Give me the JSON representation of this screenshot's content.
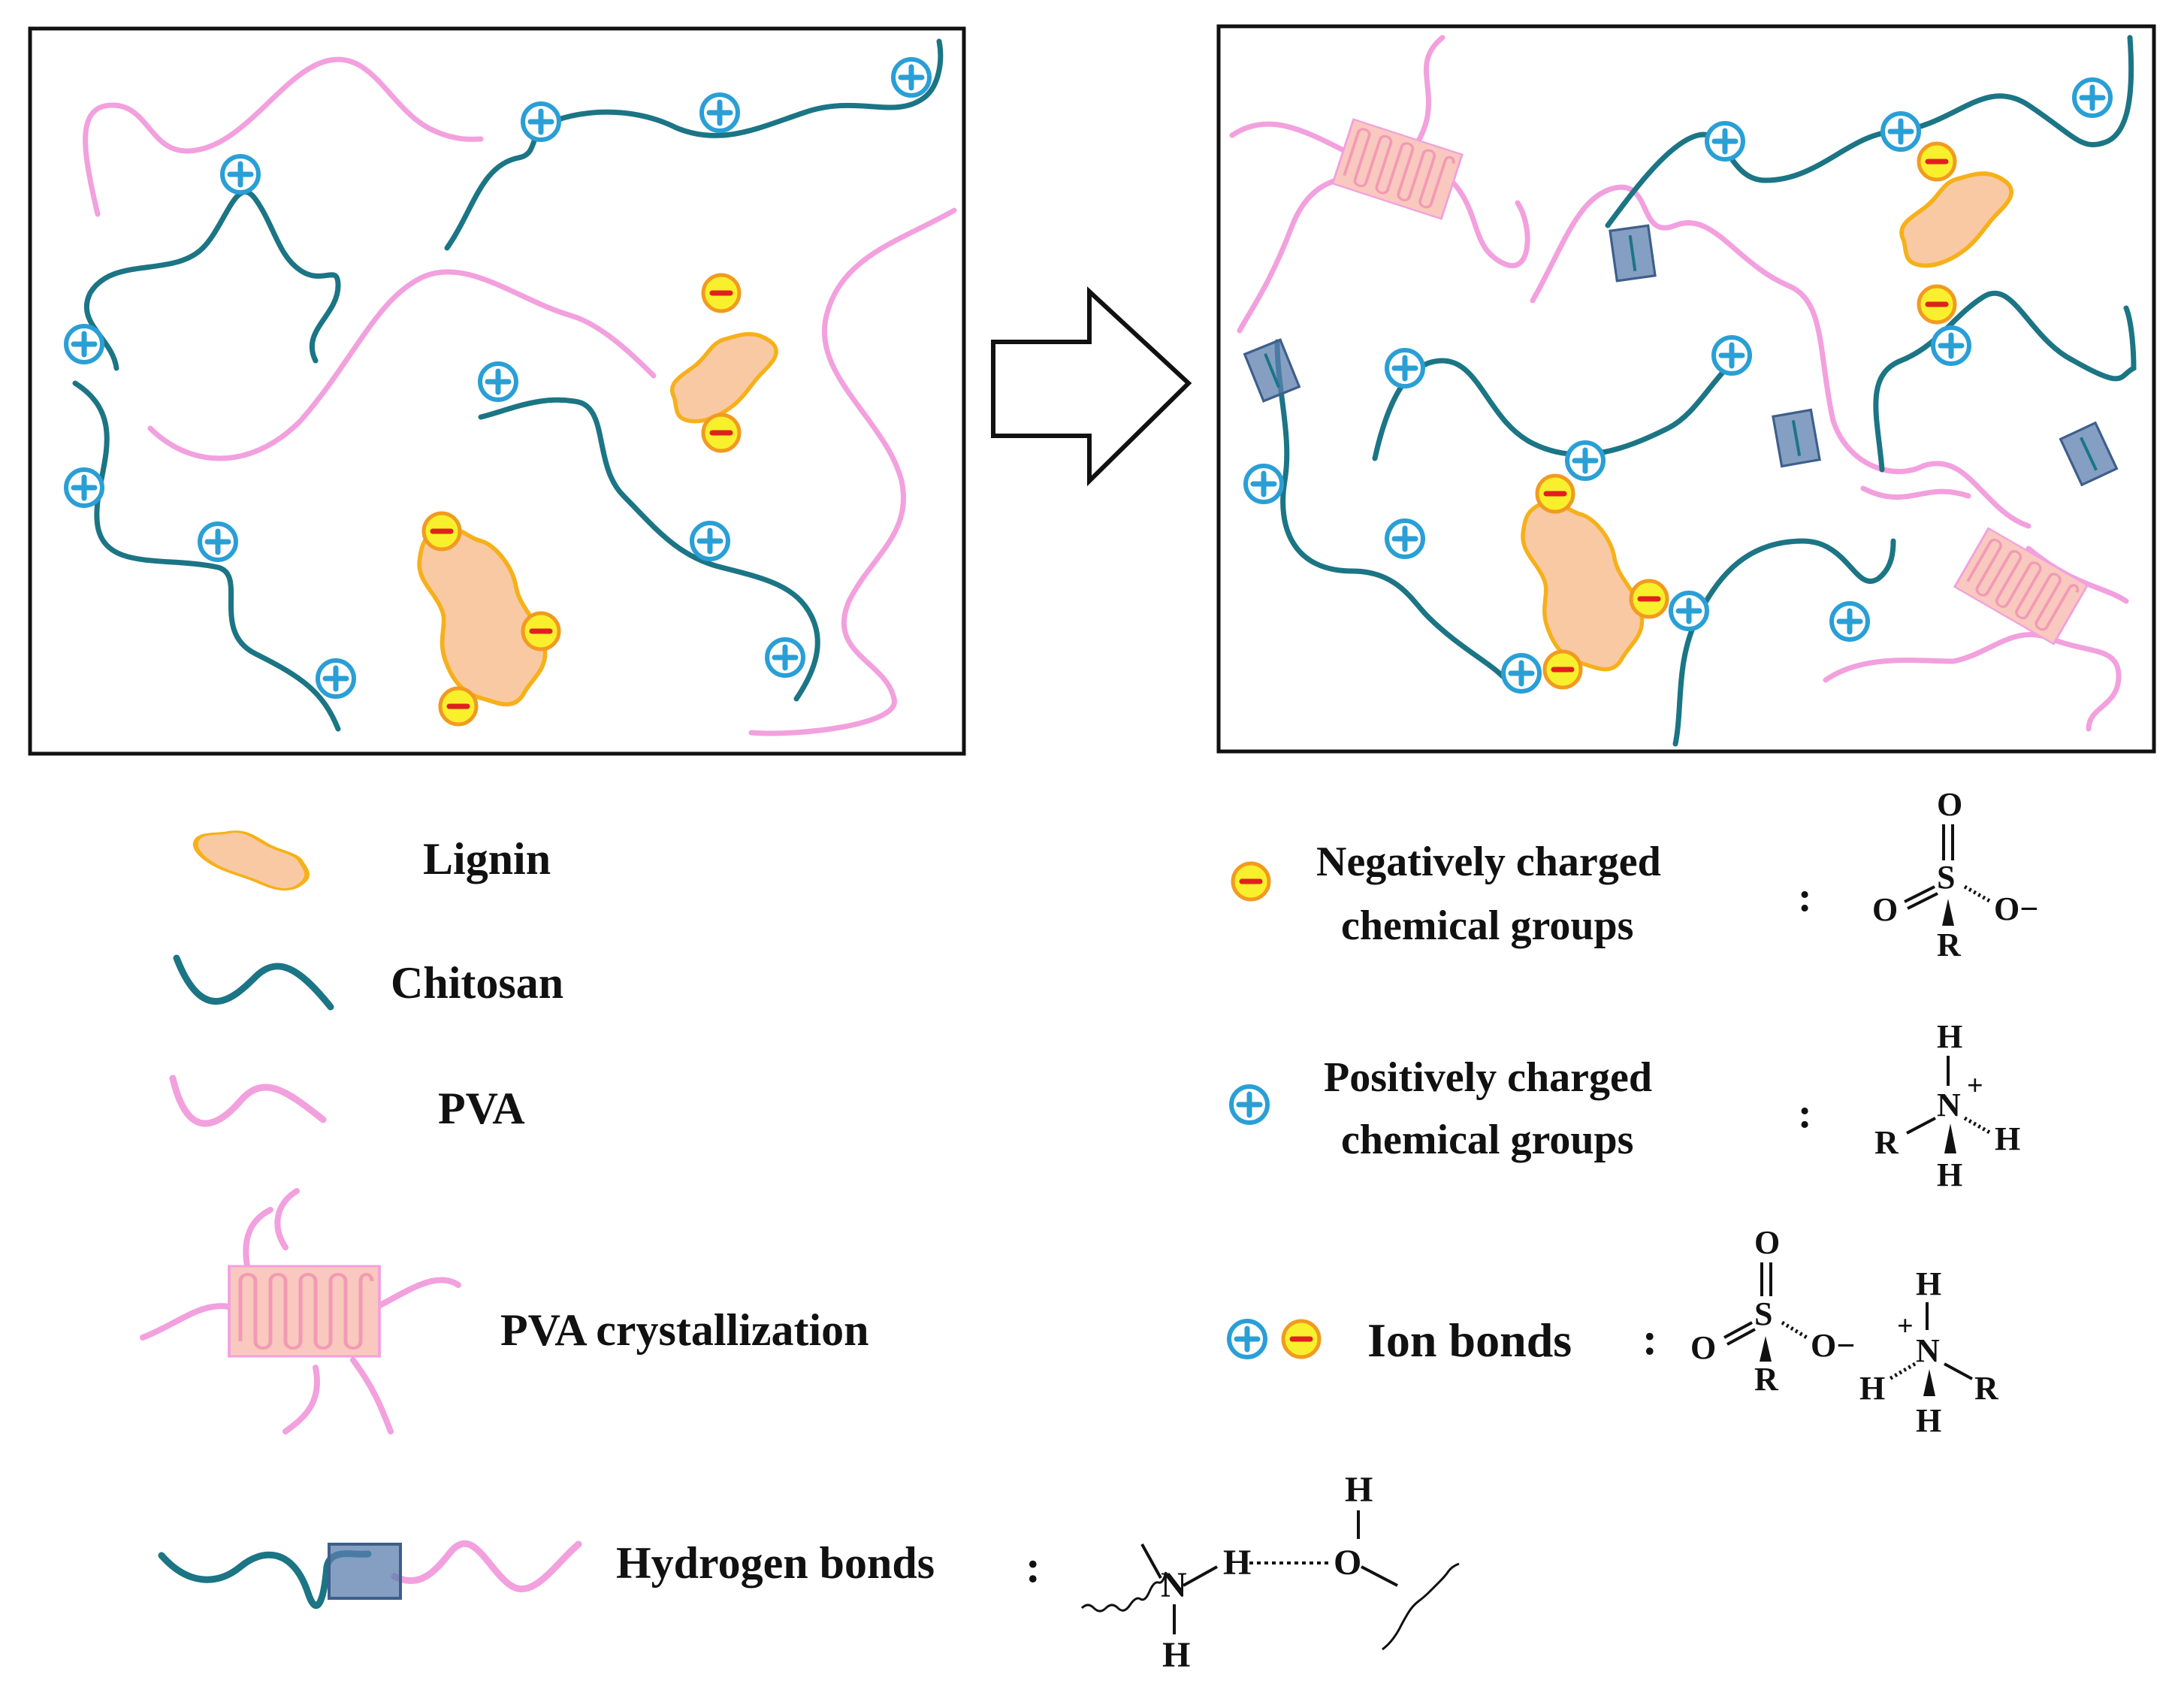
{
  "legend": {
    "lignin": "Lignin",
    "chitosan": "Chitosan",
    "pva": "PVA",
    "pva_crystallization": "PVA crystallization",
    "hydrogen_bonds": "Hydrogen bonds",
    "negative_line1": "Negatively charged",
    "negative_line2": "chemical groups",
    "positive_line1": "Positively charged",
    "positive_line2": "chemical groups",
    "ion_bonds": "Ion bonds",
    "colon": ":"
  },
  "chem": {
    "O": "O",
    "S": "S",
    "R": "R",
    "N": "N",
    "H": "H",
    "O_minus": "O−",
    "plus": "+"
  },
  "symbols": {
    "plus": "+",
    "minus": "-"
  },
  "colors": {
    "chitosan": "#1b7585",
    "pva": "#f2a0de",
    "lignin_fill": "#f9c9a4",
    "lignin_edge": "#f6b019",
    "positive_ring": "#2a9fd6",
    "negative_fill": "#f8f02c",
    "negative_text": "#e0201e",
    "hbond_box": "#5b7fae",
    "crystal_fill": "#f9c8be"
  }
}
